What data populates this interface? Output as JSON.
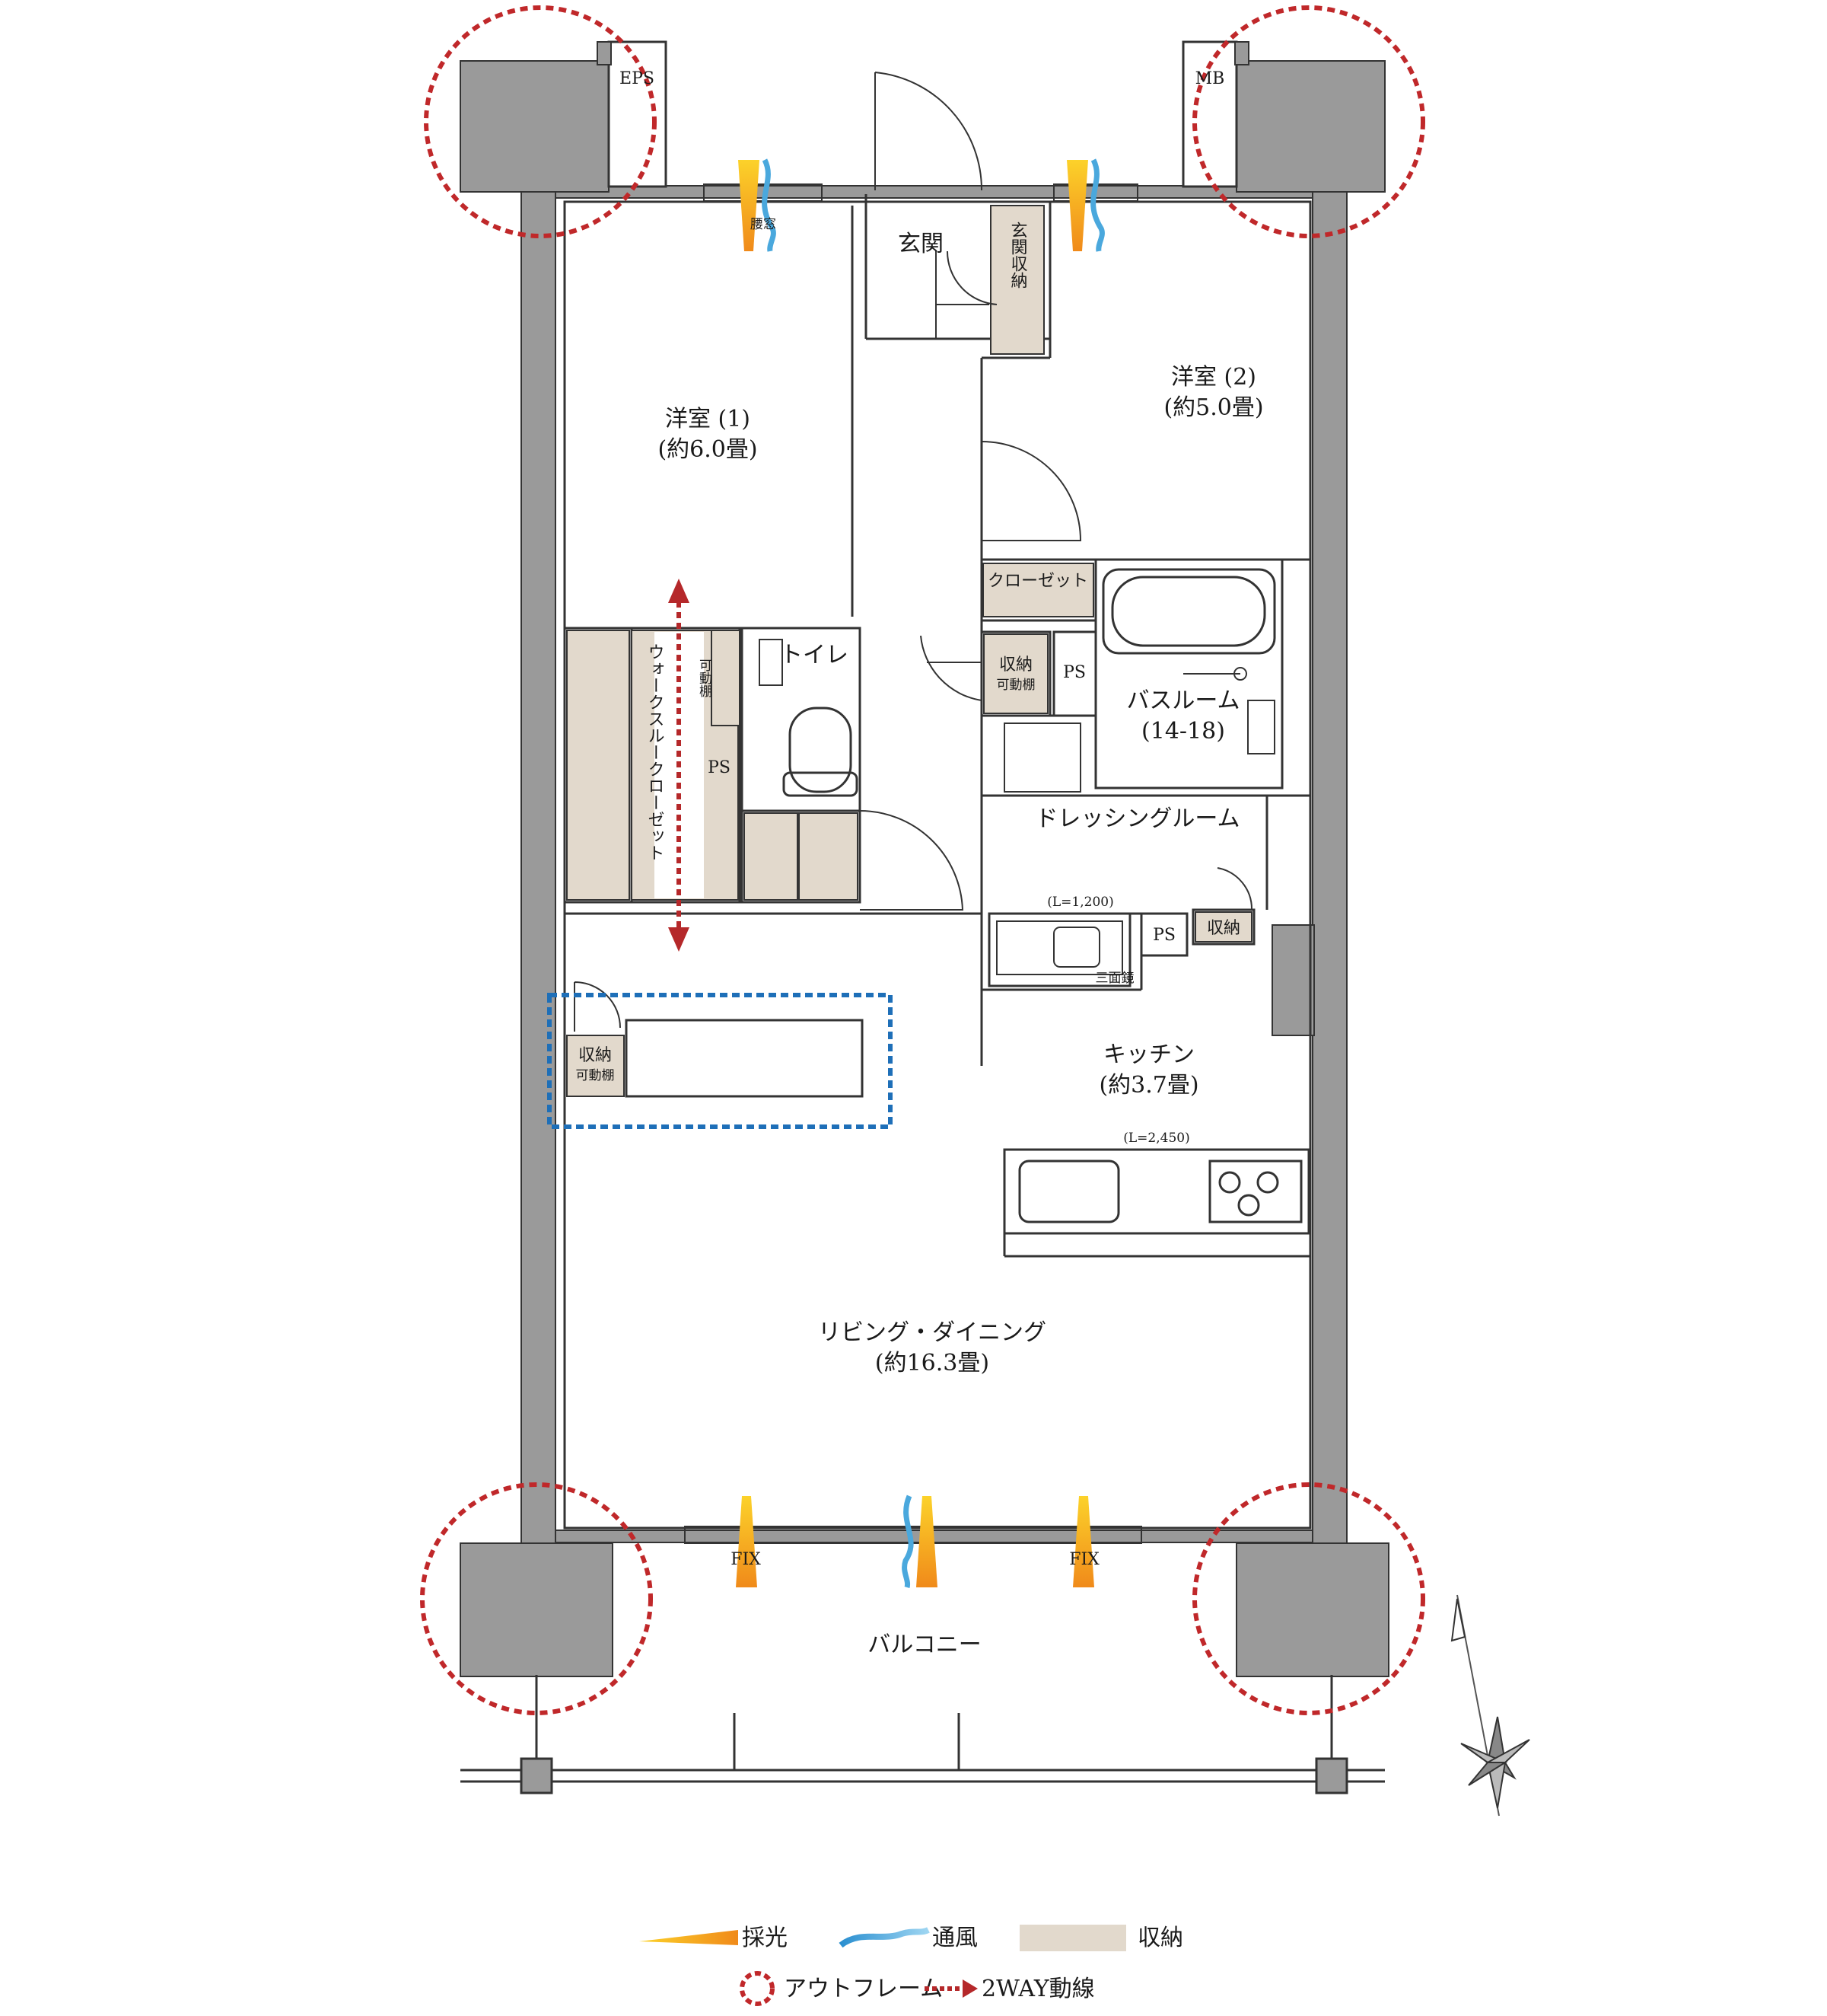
{
  "rooms": {
    "western1_name": "洋室 (1)",
    "western1_area": "(約6.0畳)",
    "western2_name": "洋室 (2)",
    "western2_area": "(約5.0畳)",
    "entrance": "玄関",
    "entrance_storage": "玄関収納",
    "closet": "クローゼット",
    "storage_shelf": "収納",
    "movable_shelf": "可動棚",
    "ps": "PS",
    "toilet": "トイレ",
    "walk_through_closet": "ウォークスルークローゼット",
    "bathroom_name": "バスルーム",
    "bathroom_size": "(14-18)",
    "dressing_room": "ドレッシングルーム",
    "vanity_length": "(L=1,200)",
    "three_mirror": "三面鏡",
    "storage": "収納",
    "kitchen_name": "キッチン",
    "kitchen_area": "(約3.7畳)",
    "kitchen_length": "(L=2,450)",
    "living_name": "リビング・ダイニング",
    "living_area": "(約16.3畳)",
    "balcony": "バルコニー",
    "eps": "EPS",
    "mb": "MB",
    "waist_window": "腰窓",
    "fix_left": "FIX",
    "fix_right": "FIX"
  },
  "legend": {
    "light": "採光",
    "ventilation": "通風",
    "storage": "収納",
    "outframe": "アウトフレーム",
    "two_way": "2WAY動線"
  },
  "colors": {
    "wall": "#9a9a9a",
    "storage_fill": "#e2d9cc",
    "outframe_red": "#c0282a",
    "two_way_red": "#b5282a",
    "blue_dashed": "#1e6fb8",
    "light_yellow": "#f5c518",
    "light_orange": "#f0a020",
    "wind_blue": "#4aa8dd"
  }
}
